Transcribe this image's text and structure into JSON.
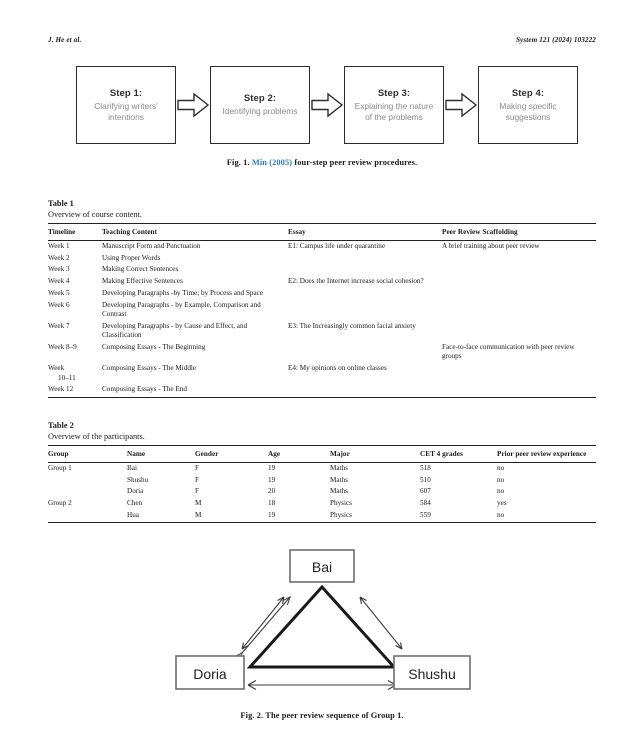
{
  "header": {
    "authors": "J. He et al.",
    "journal_ref": "System 121 (2024) 103222"
  },
  "figure1": {
    "steps": [
      {
        "title": "Step 1:",
        "body": "Clarifying writers' intentions"
      },
      {
        "title": "Step 2:",
        "body": "Identifying problems"
      },
      {
        "title": "Step 3:",
        "body": "Explaining the nature of the problems"
      },
      {
        "title": "Step 4:",
        "body": "Making specific suggestions"
      }
    ],
    "arrow_icon": "block-arrow-right-icon",
    "caption_prefix": "Fig. 1.",
    "caption_citation": "Min (2005)",
    "caption_rest": "four-step peer review procedures.",
    "citation_color": "#3a7ab5"
  },
  "table1": {
    "label": "Table 1",
    "subtitle": "Overview of course content.",
    "columns": [
      "Timeline",
      "Teaching Content",
      "Essay",
      "Peer Review Scaffolding"
    ],
    "rows": [
      {
        "timeline": "Week 1",
        "teaching": "Manuscript Form and Punctuation",
        "essay": "E1: Campus life under quarantine",
        "scaffolding": "A brief training about peer review"
      },
      {
        "timeline": "Week 2",
        "teaching": "Using Proper Words",
        "essay": "",
        "scaffolding": ""
      },
      {
        "timeline": "Week 3",
        "teaching": "Making Correct Sentences",
        "essay": "",
        "scaffolding": ""
      },
      {
        "timeline": "Week 4",
        "teaching": "Making Effective Sentences",
        "essay": "E2: Does the Internet increase social cohesion?",
        "scaffolding": ""
      },
      {
        "timeline": "Week 5",
        "teaching": "Developing Paragraphs -by Time; by Process and Space",
        "essay": "",
        "scaffolding": ""
      },
      {
        "timeline": "Week 6",
        "teaching": "Developing Paragraphs - by Example, Comparison and Contrast",
        "essay": "",
        "scaffolding": ""
      },
      {
        "timeline": "Week 7",
        "teaching": "Developing Paragraphs - by Cause and Effect, and Classification",
        "essay": "E3: The Increasingly common facial anxiety",
        "scaffolding": ""
      },
      {
        "timeline": "Week 8–9",
        "teaching": "Composing Essays - The Beginning",
        "essay": "",
        "scaffolding": "Face-to-face communication with peer review groups"
      },
      {
        "timeline": "Week",
        "timeline_line2": "10–11",
        "teaching": "Composing Essays - The Middle",
        "essay": "E4: My opinions on online classes",
        "scaffolding": ""
      },
      {
        "timeline": "Week 12",
        "teaching": "Composing Essays - The End",
        "essay": "",
        "scaffolding": ""
      }
    ]
  },
  "table2": {
    "label": "Table 2",
    "subtitle": "Overview of the participants.",
    "columns": [
      "Group",
      "Name",
      "Gender",
      "Age",
      "Major",
      "CET 4 grades",
      "Prior peer review experience"
    ],
    "rows": [
      {
        "group": "Group 1",
        "name": "Bai",
        "gender": "F",
        "age": "19",
        "major": "Maths",
        "cet4": "518",
        "prior": "no"
      },
      {
        "group": "",
        "name": "Shushu",
        "gender": "F",
        "age": "19",
        "major": "Maths",
        "cet4": "510",
        "prior": "no"
      },
      {
        "group": "",
        "name": "Doria",
        "gender": "F",
        "age": "20",
        "major": "Maths",
        "cet4": "607",
        "prior": "no"
      },
      {
        "group": "Group 2",
        "name": "Chen",
        "gender": "M",
        "age": "18",
        "major": "Physics",
        "cet4": "584",
        "prior": "yes"
      },
      {
        "group": "",
        "name": "Hua",
        "gender": "M",
        "age": "19",
        "major": "Physics",
        "cet4": "559",
        "prior": "no"
      }
    ]
  },
  "figure2": {
    "nodes": {
      "top": "Bai",
      "bottom_left": "Doria",
      "bottom_right": "Shushu"
    },
    "edge_icon": "double-headed-arrow-icon",
    "caption_prefix": "Fig. 2.",
    "caption_rest": "The peer review sequence of Group 1."
  }
}
